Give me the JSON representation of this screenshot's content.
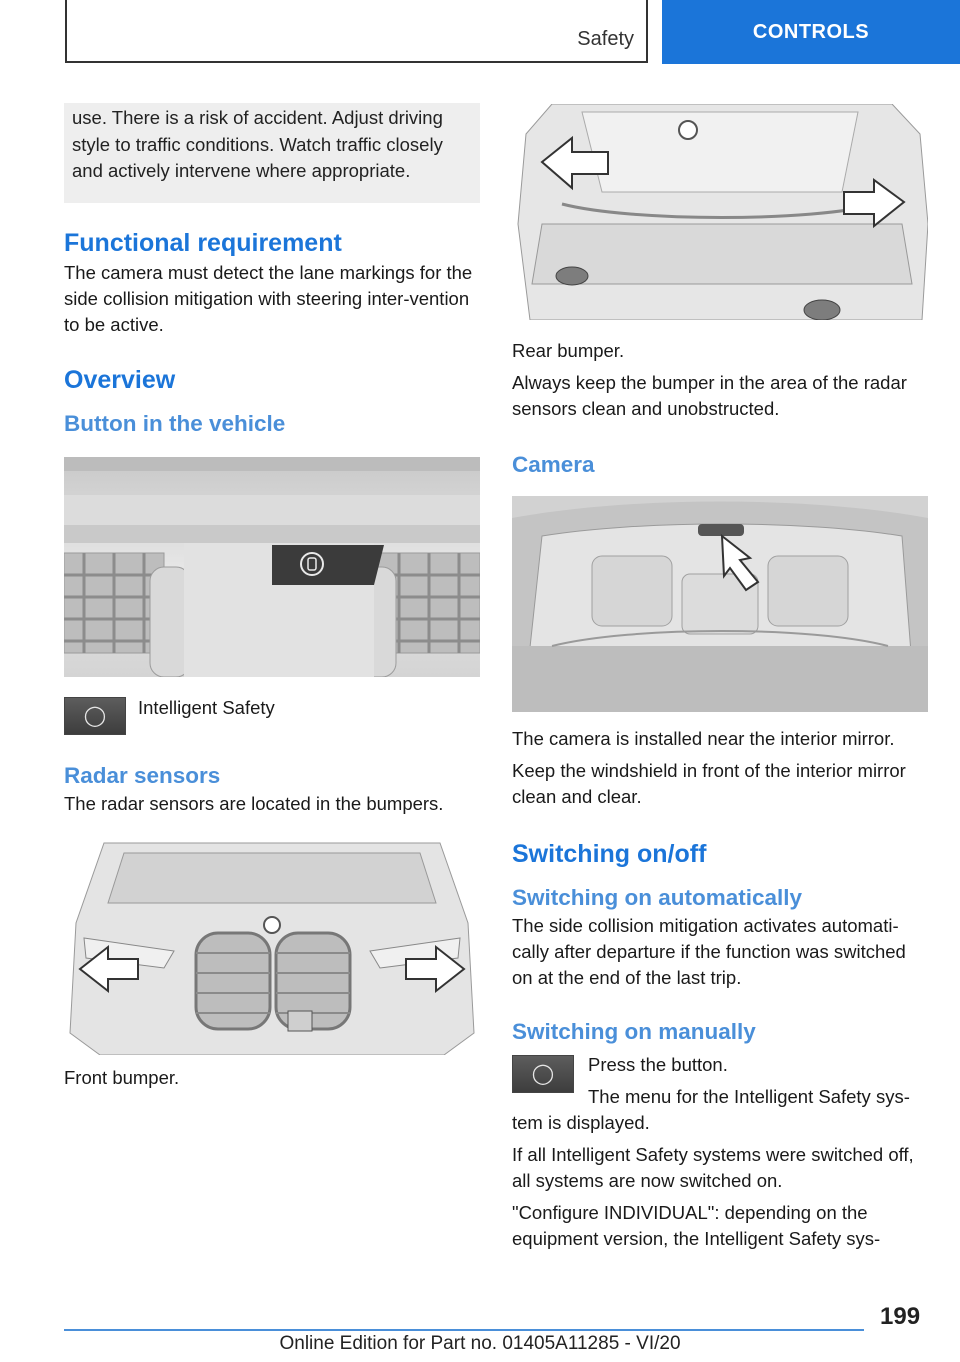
{
  "header": {
    "section": "Safety",
    "chapter": "CONTROLS"
  },
  "left": {
    "warning_text": "use. There is a risk of accident. Adjust driving style to traffic conditions. Watch traffic closely and actively intervene where appropriate.",
    "h_functional": "Functional requirement",
    "p_functional": "The camera must detect the lane markings for the side collision mitigation with steering inter-vention to be active.",
    "h_overview": "Overview",
    "h_button": "Button in the vehicle",
    "button_label": "Intelligent Safety",
    "h_radar": "Radar sensors",
    "p_radar": "The radar sensors are located in the bumpers.",
    "caption_front": "Front bumper."
  },
  "right": {
    "caption_rear": "Rear bumper.",
    "p_rear": "Always keep the bumper in the area of the radar sensors clean and unobstructed.",
    "h_camera": "Camera",
    "p_camera1": "The camera is installed near the interior mirror.",
    "p_camera2": "Keep the windshield in front of the interior mirror clean and clear.",
    "h_switching": "Switching on/off",
    "h_auto": "Switching on automatically",
    "p_auto": "The side collision mitigation activates automati-cally after departure if the function was switched on at the end of the last trip.",
    "h_manual": "Switching on manually",
    "p_press": "Press the button.",
    "p_menu": "The menu for the Intelligent Safety sys-",
    "p_menu2": "tem is displayed.",
    "p_all": "If all Intelligent Safety systems were switched off, all systems are now switched on.",
    "p_config": "\"Configure INDIVIDUAL\": depending on the equipment version, the Intelligent Safety sys-"
  },
  "footer": {
    "page_number": "199",
    "edition": "Online Edition for Part no. 01405A11285 - VI/20"
  },
  "icons": {
    "safety_button": "intelligent-safety-icon",
    "arrow": "arrow-icon"
  },
  "colors": {
    "accent": "#1b75d9",
    "subheading": "#4a8fd9"
  }
}
